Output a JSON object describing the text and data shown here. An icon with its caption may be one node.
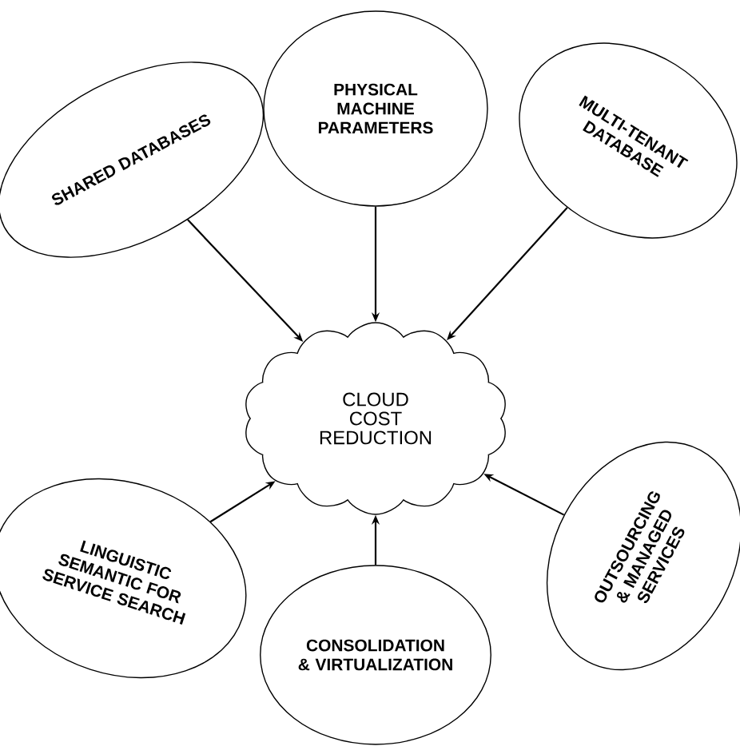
{
  "diagram": {
    "nodes": [
      {
        "text": [
          "SHARED DATABASES"
        ]
      },
      {
        "text": [
          "PHYSICAL MACHINE PARAMETERS"
        ]
      },
      {
        "text": [
          "MULTI-TENANT DATABASE"
        ]
      },
      {
        "text": [
          "CLOUD COST REDUCTION"
        ]
      },
      {
        "text": [
          "LINGUISTIC SEMANTIC FOR SERVICE SEARCH"
        ]
      },
      {
        "text": [
          "OUTSOURCING & MANAGED SERVICES"
        ]
      },
      {
        "text": [
          "CONSOLIDATION & VIRTUALIZATION"
        ]
      }
    ],
    "edges": [
      {
        "from": 0,
        "to": 3,
        "arrow": "to"
      },
      {
        "from": 1,
        "to": 3,
        "arrow": "to"
      },
      {
        "from": 2,
        "to": 3,
        "arrow": "to"
      },
      {
        "from": 4,
        "to": 3,
        "arrow": "to"
      },
      {
        "from": 5,
        "to": 3,
        "arrow": "to"
      },
      {
        "from": 6,
        "to": 3,
        "arrow": "to"
      }
    ]
  }
}
